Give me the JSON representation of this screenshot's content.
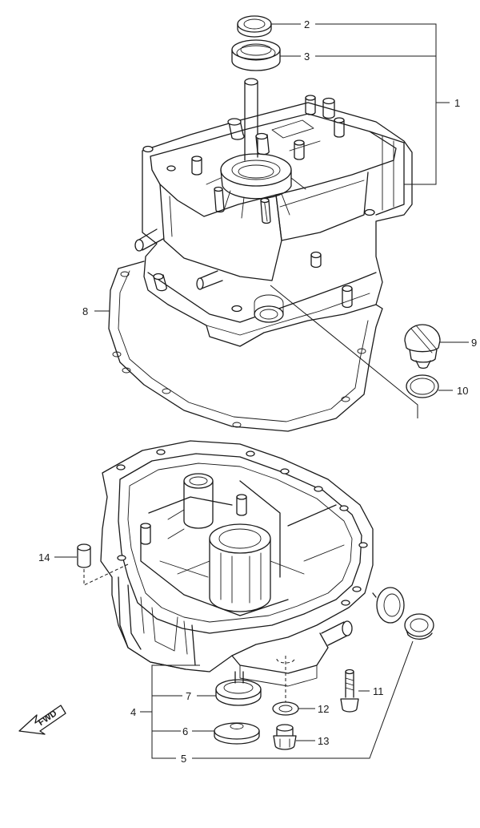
{
  "callouts": {
    "c1": "1",
    "c2": "2",
    "c3": "3",
    "c4": "4",
    "c5": "5",
    "c6": "6",
    "c7": "7",
    "c8": "8",
    "c9": "9",
    "c10": "10",
    "c11": "11",
    "c12": "12",
    "c13": "13",
    "c14": "14"
  },
  "fwd_label": "FWD",
  "colors": {
    "line": "#1a1a1a",
    "background": "#ffffff"
  }
}
